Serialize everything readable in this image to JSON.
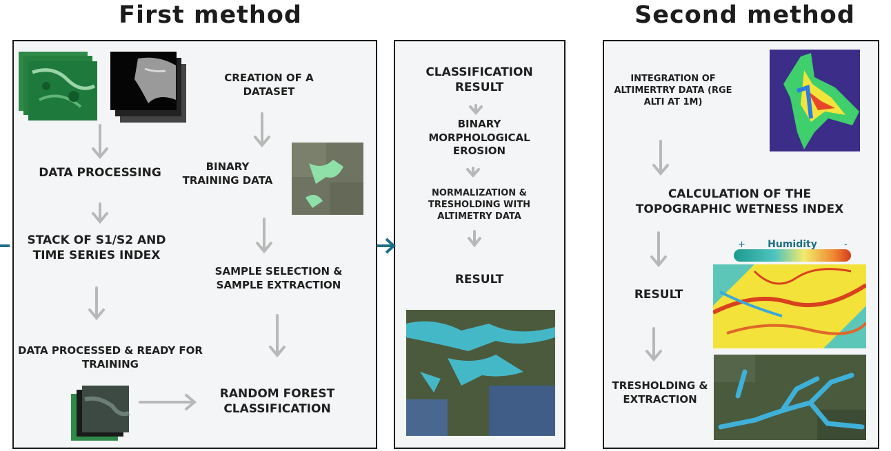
{
  "titles": {
    "first": "First method",
    "second": "Second method"
  },
  "first_method": {
    "left_column": [
      "DATA PROCESSING",
      "STACK OF S1/S2 AND TIME SERIES INDEX",
      "DATA PROCESSED & READY FOR TRAINING"
    ],
    "right_column": [
      "CREATION OF A DATASET",
      "BINARY TRAINING DATA",
      "SAMPLE SELECTION & SAMPLE EXTRACTION",
      "RANDOM FOREST CLASSIFICATION"
    ]
  },
  "middle": {
    "steps": [
      "CLASSIFICATION RESULT",
      "BINARY MORPHOLOGICAL EROSION",
      "NORMALIZATION & TRESHOLDING WITH ALTIMETRY DATA",
      "RESULT"
    ]
  },
  "second_method": {
    "steps": [
      "INTEGRATION OF ALTIMERTRY DATA (RGE ALTI AT 1M)",
      "CALCULATION OF THE TOPOGRAPHIC WETNESS INDEX",
      "RESULT",
      "TRESHOLDING & EXTRACTION"
    ],
    "legend": {
      "title": "Humidity",
      "plus": "+",
      "minus": "-"
    }
  },
  "colors": {
    "arrow": "#b8b8b8",
    "connector": "#1b6f86",
    "water": "#45b8c8",
    "panel": "#f4f5f6"
  }
}
